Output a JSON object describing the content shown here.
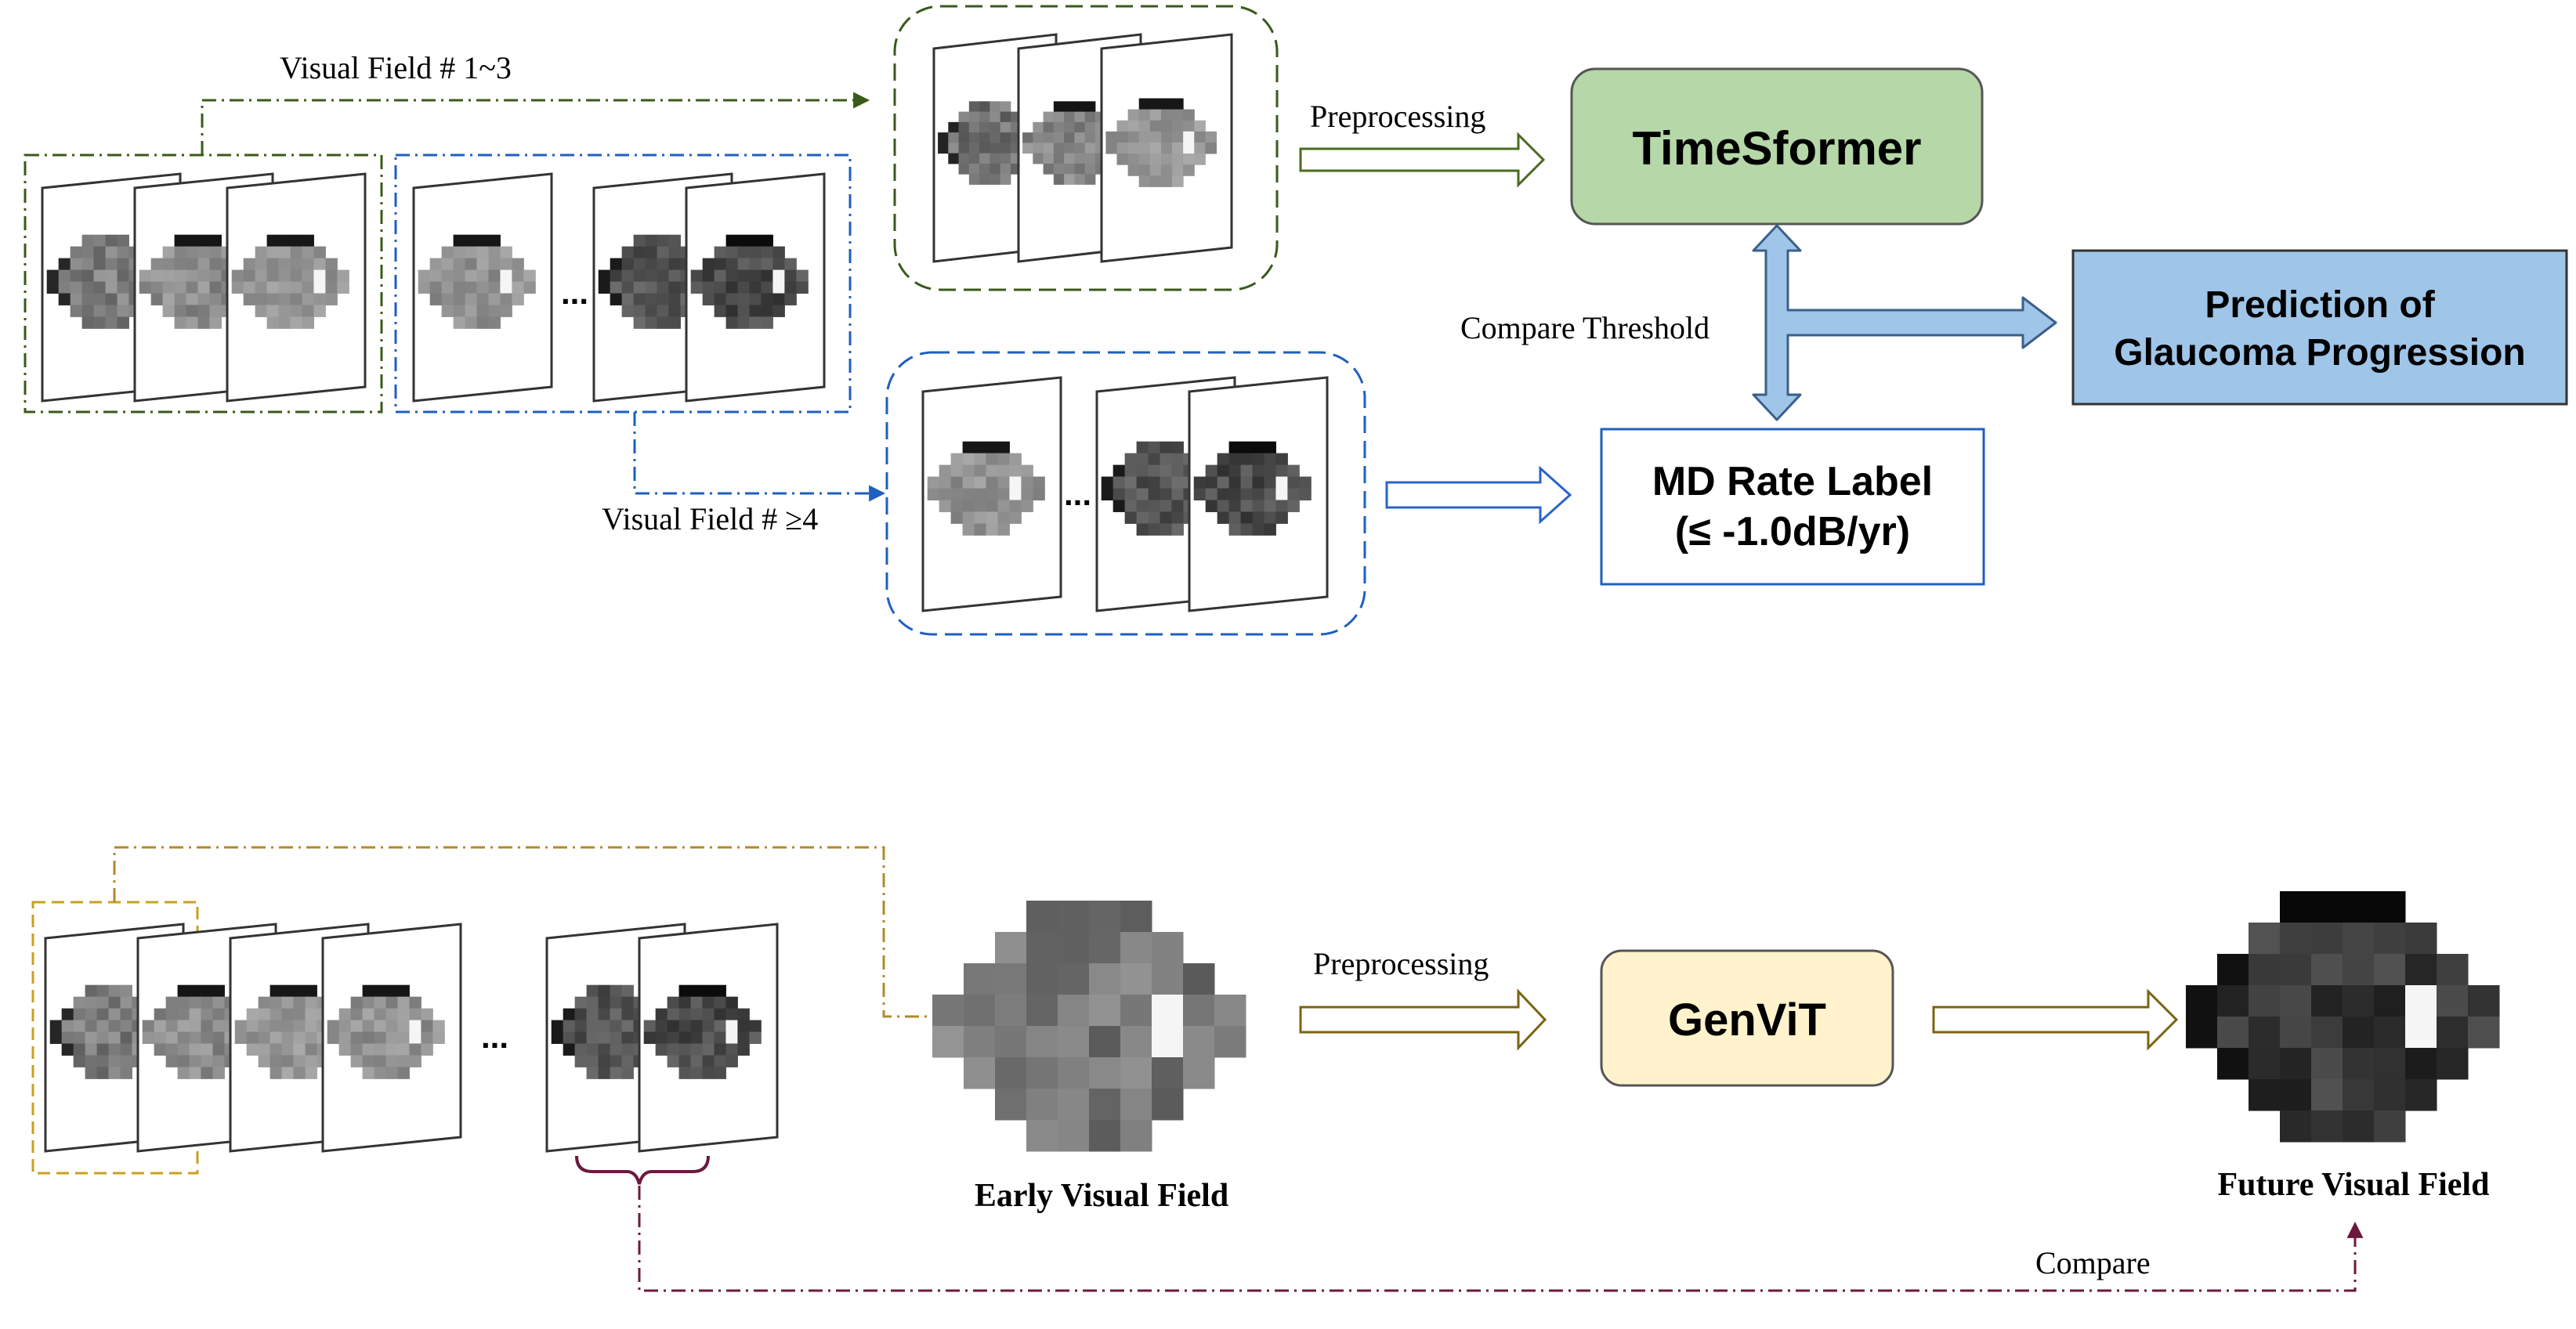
{
  "colors": {
    "green_dash": "#3a5a1a",
    "blue_dash": "#1f5fbf",
    "gold_dash": "#c8a020",
    "maroon_dash": "#6b1a3d",
    "timesformer_fill": "#b6d7a8",
    "prediction_fill": "#9fc5e8",
    "md_border": "#1f5fbf",
    "genvit_fill": "#fff2cc",
    "double_arrow_fill": "#9fc5e8",
    "green_arrow": "#4a6b1f",
    "blue_arrow": "#2a64c8",
    "olive_arrow": "#7a6410"
  },
  "top": {
    "label_vf_1_3": "Visual Field  # 1~3",
    "label_vf_4": "Visual Field  # ≥4",
    "ellipsis": "...",
    "preprocessing": "Preprocessing",
    "timesformer": "TimeSformer",
    "compare_threshold": "Compare Threshold",
    "prediction_line1": "Prediction of",
    "prediction_line2": "Glaucoma Progression",
    "md_line1": "MD Rate Label",
    "md_line2": "(≤ -1.0dB/yr)"
  },
  "bottom": {
    "ellipsis": "...",
    "preprocessing": "Preprocessing",
    "genvit": "GenViT",
    "early_vf": "Early Visual Field",
    "future_vf": "Future Visual Field",
    "compare": "Compare"
  }
}
